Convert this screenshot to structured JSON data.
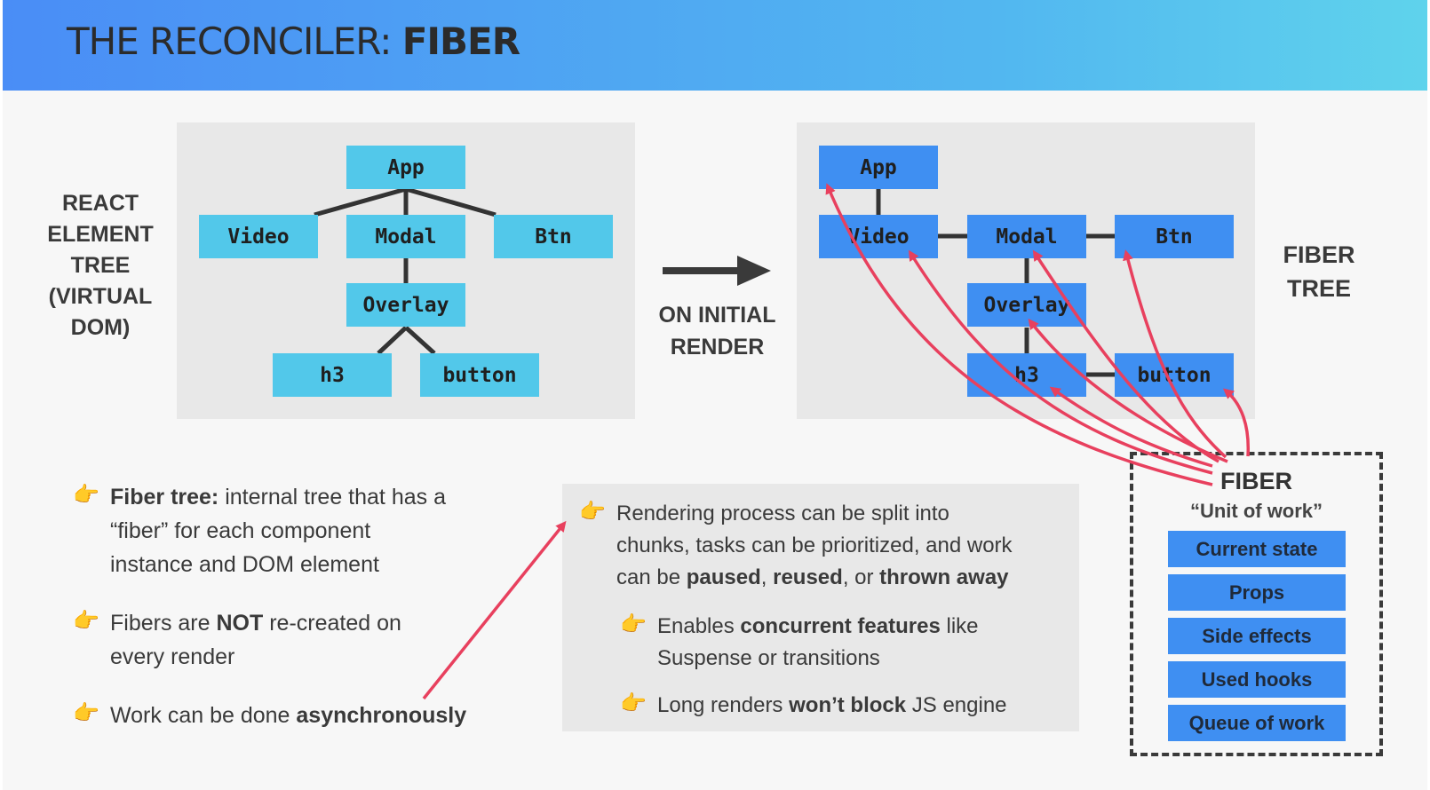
{
  "header": {
    "title_regular": "THE RECONCILER: ",
    "title_bold": "FIBER"
  },
  "left_label": [
    "REACT",
    "ELEMENT",
    "TREE",
    "(VIRTUAL",
    "DOM)"
  ],
  "element_tree": {
    "app": "App",
    "video": "Video",
    "modal": "Modal",
    "btn": "Btn",
    "overlay": "Overlay",
    "h3": "h3",
    "button": "button"
  },
  "middle_label": [
    "ON INITIAL",
    "RENDER"
  ],
  "fiber_tree": {
    "app": "App",
    "video": "Video",
    "modal": "Modal",
    "btn": "Btn",
    "overlay": "Overlay",
    "h3": "h3",
    "button": "button"
  },
  "right_label": [
    "FIBER",
    "TREE"
  ],
  "bullets": [
    {
      "bold": "Fiber tree:",
      "text_lines": [
        " internal tree that has a",
        "“fiber” for each component",
        "instance and DOM element"
      ]
    },
    {
      "pre": "Fibers are ",
      "bold": "NOT",
      "post": " re-created on",
      "line2": "every render"
    },
    {
      "pre": "Work can be done ",
      "bold": "asynchronously"
    }
  ],
  "rendering_box": {
    "line1": "Rendering process can be split into",
    "line2": "chunks, tasks can be prioritized, and work",
    "line3_pre": "can be ",
    "line3_b1": "paused",
    "line3_m1": ", ",
    "line3_b2": "reused",
    "line3_m2": ", or ",
    "line3_b3": "thrown away",
    "sub1_pre": "Enables ",
    "sub1_bold": "concurrent features",
    "sub1_post": " like",
    "sub1_line2": "Suspense or transitions",
    "sub2_pre": "Long renders ",
    "sub2_bold": "won’t block",
    "sub2_post": " JS engine"
  },
  "fiber_box": {
    "title": "FIBER",
    "subtitle": "“Unit of work”",
    "items": [
      "Current state",
      "Props",
      "Side effects",
      "Used hooks",
      "Queue of work"
    ]
  },
  "colors": {
    "cyan_node": "#52c8ea",
    "blue_node": "#3f8ff2",
    "arrow_red": "#e8405e"
  }
}
